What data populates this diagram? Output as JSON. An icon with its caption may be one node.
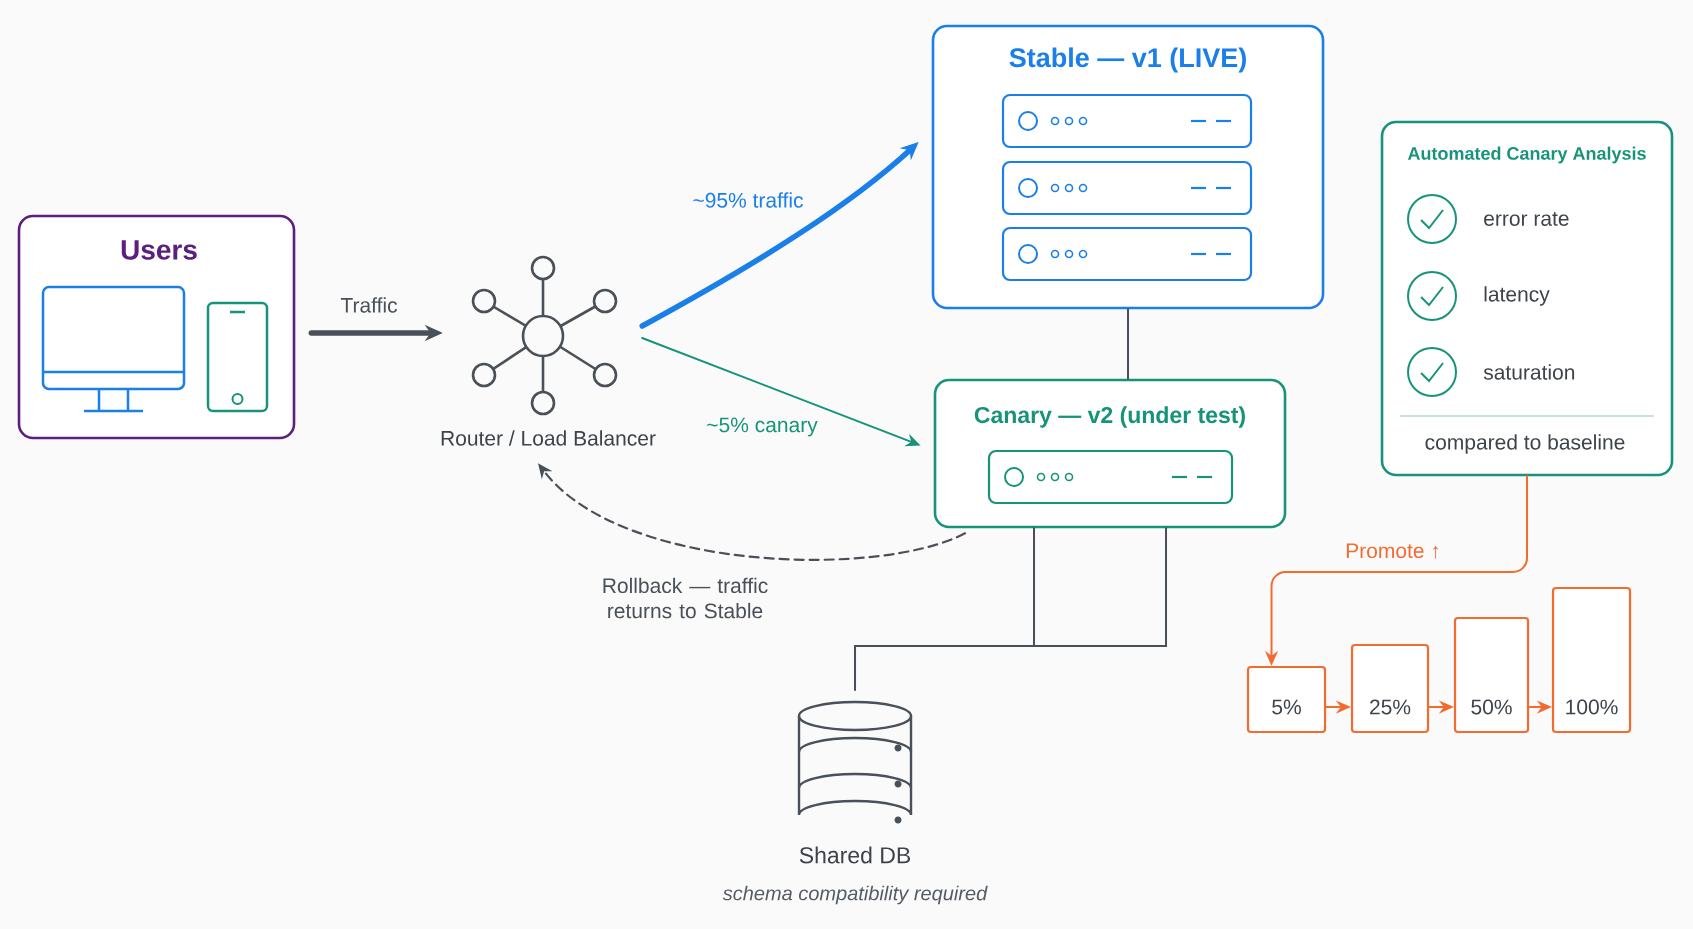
{
  "diagram": {
    "nodes": [
      {
        "text": [
          "Users"
        ]
      },
      {
        "text": [
          "Router / Load Balancer"
        ]
      },
      {
        "text": [
          "Stable — v1 (LIVE)"
        ]
      },
      {
        "text": [
          "Canary — v2 (under test)"
        ]
      },
      {
        "text": [
          "Automated Canary Analysis",
          "error rate",
          "latency",
          "saturation",
          "compared to baseline"
        ]
      },
      {
        "text": [
          "Shared DB"
        ],
        "beside": [
          "schema compatibility required"
        ]
      },
      {
        "text": [
          "5%"
        ]
      },
      {
        "text": [
          "25%"
        ]
      },
      {
        "text": [
          "50%"
        ]
      },
      {
        "text": [
          "100%"
        ]
      }
    ],
    "edges": [
      {
        "from": 0,
        "to": 1,
        "arrow": "to",
        "label": "Traffic",
        "style": "thick"
      },
      {
        "from": 1,
        "to": 2,
        "arrow": "to",
        "label": "~95% traffic",
        "style": "thick",
        "color": "#1a7fe8"
      },
      {
        "from": 1,
        "to": 3,
        "arrow": "to",
        "label": "~5% canary",
        "color": "#17937a"
      },
      {
        "from": 3,
        "to": 1,
        "arrow": "to",
        "label": "Rollback — traffic returns to Stable",
        "style": "dashed"
      },
      {
        "from": 2,
        "to": 3,
        "arrow": "none"
      },
      {
        "from": 3,
        "to": 5,
        "arrow": "none"
      },
      {
        "from": 3,
        "to": 5,
        "arrow": "none"
      },
      {
        "from": 4,
        "to": 6,
        "arrow": "to",
        "label": "Promote ↑",
        "color": "#f26b2f"
      },
      {
        "from": 6,
        "to": 7,
        "arrow": "to",
        "color": "#f26b2f"
      },
      {
        "from": 7,
        "to": 8,
        "arrow": "to",
        "color": "#f26b2f"
      },
      {
        "from": 8,
        "to": 9,
        "arrow": "to",
        "color": "#f26b2f"
      }
    ]
  }
}
